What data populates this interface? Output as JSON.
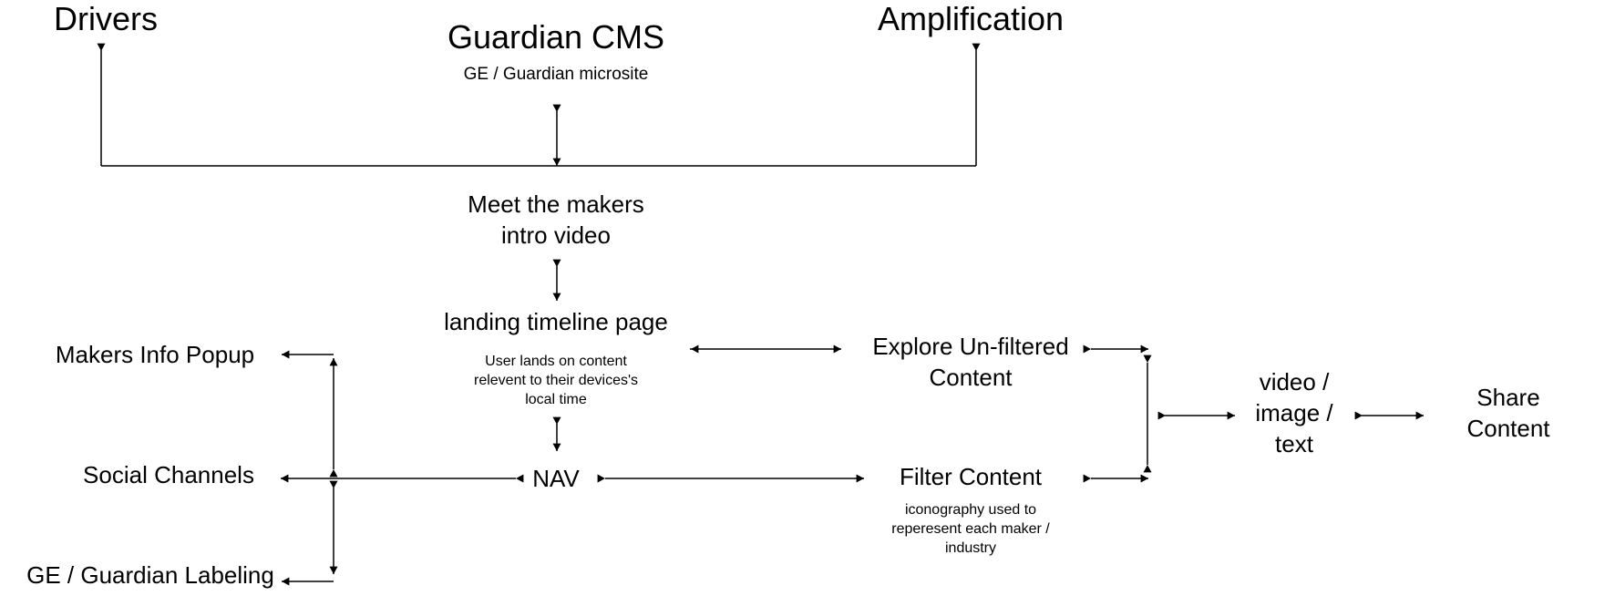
{
  "nodes": {
    "drivers": "Drivers",
    "cms_title": "Guardian CMS",
    "cms_subtitle": "GE / Guardian microsite",
    "amplification": "Amplification",
    "intro_video": "Meet the makers\nintro video",
    "landing_title": "landing timeline page",
    "landing_desc": "User lands on content\nrelevent to their devices's\nlocal time",
    "nav": "NAV",
    "makers_popup": "Makers Info Popup",
    "social_channels": "Social Channels",
    "labeling": "GE / Guardian Labeling",
    "explore": "Explore Un-filtered\nContent",
    "filter_title": "Filter Content",
    "filter_desc": "iconography used to\nreperesent each maker /\nindustry",
    "media": "video /\nimage /\ntext",
    "share": "Share\nContent"
  },
  "colors": {
    "line": "#000000",
    "text": "#000000",
    "background": "#ffffff"
  }
}
